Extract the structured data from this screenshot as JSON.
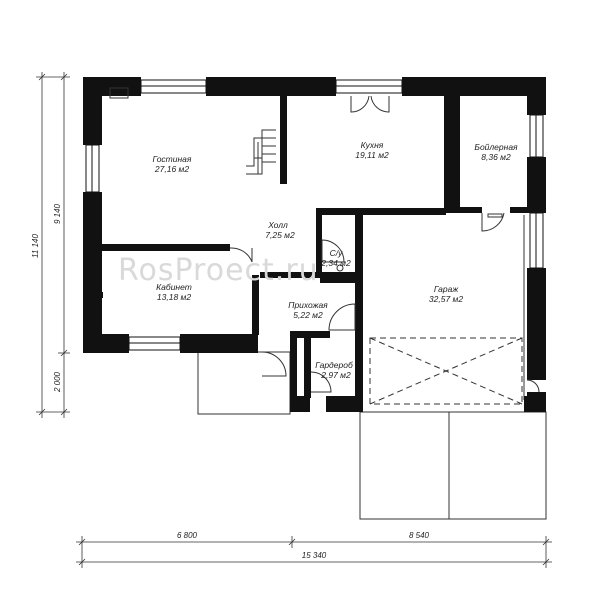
{
  "watermark": "RosProect.ru",
  "rooms": [
    {
      "name": "Гостиная",
      "area": "27,16 м2"
    },
    {
      "name": "Кухня",
      "area": "19,11 м2"
    },
    {
      "name": "Бойлерная",
      "area": "8,36 м2"
    },
    {
      "name": "Холл",
      "area": "7,25 м2"
    },
    {
      "name": "С/у",
      "area": "2,34 м2"
    },
    {
      "name": "Кабинет",
      "area": "13,18 м2"
    },
    {
      "name": "Прихожая",
      "area": "5,22 м2"
    },
    {
      "name": "Гараж",
      "area": "32,57 м2"
    },
    {
      "name": "Гардероб",
      "area": "2,97 м2"
    }
  ],
  "dimensions": {
    "bottom_left": "6 800",
    "bottom_right": "8 540",
    "bottom_total": "15 340",
    "left_total": "11 140",
    "left_upper": "9 140",
    "left_lower": "2 000"
  }
}
